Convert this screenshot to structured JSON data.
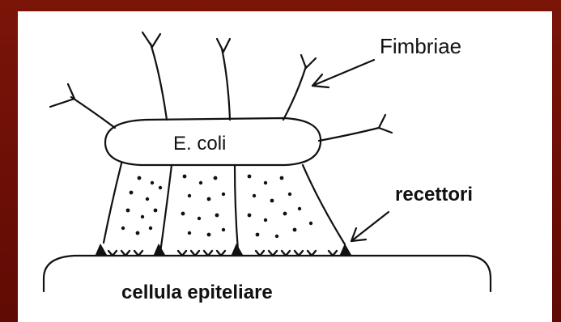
{
  "diagram": {
    "labels": {
      "fimbriae": "Fimbriae",
      "ecoli": "E. coli",
      "recettori": "recettori",
      "cellula": "cellula epiteliare"
    },
    "colors": {
      "frame": "#6e0f06",
      "paper": "#ffffff",
      "ink": "#111111"
    }
  }
}
